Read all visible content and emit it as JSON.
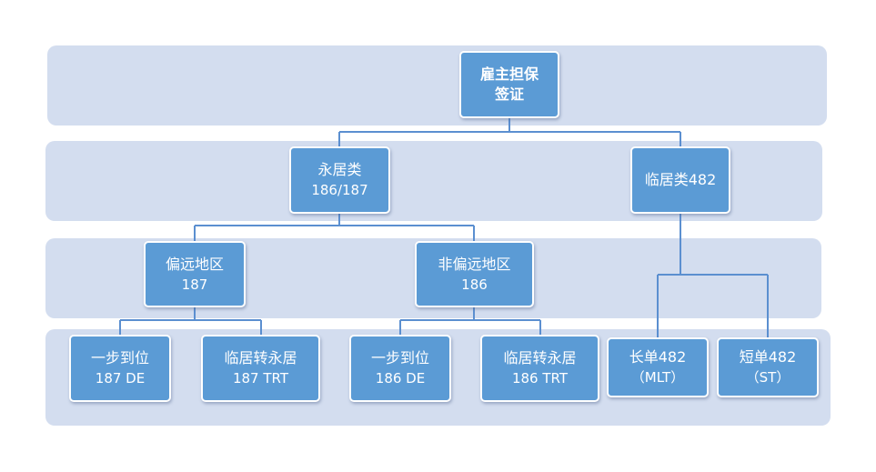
{
  "diagram": {
    "root": {
      "line1": "雇主担保",
      "line2": "签证"
    },
    "permanent": {
      "line1": "永居类",
      "line2": "186/187"
    },
    "temporary": {
      "line1": "临居类482"
    },
    "remote": {
      "line1": "偏远地区",
      "line2": "187"
    },
    "non_remote": {
      "line1": "非偏远地区",
      "line2": "186"
    },
    "remote_direct": {
      "line1": "一步到位",
      "line2": "187 DE"
    },
    "remote_trt": {
      "line1": "临居转永居",
      "line2": "187 TRT"
    },
    "non_remote_direct": {
      "line1": "一步到位",
      "line2": "186 DE"
    },
    "non_remote_trt": {
      "line1": "临居转永居",
      "line2": "186 TRT"
    },
    "long_term": {
      "line1": "长单482",
      "line2": "（MLT）"
    },
    "short_term": {
      "line1": "短单482",
      "line2": "（ST）"
    }
  },
  "colors": {
    "band": "#d3ddef",
    "node": "#5b9bd5",
    "connector": "#5b8fd0",
    "text": "#ffffff"
  }
}
